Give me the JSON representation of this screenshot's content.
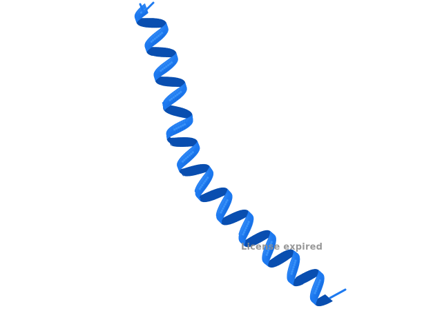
{
  "viewer": {
    "watermark_text": "License expired",
    "background_color": "#ffffff"
  },
  "molecule": {
    "representation": "cartoon",
    "secondary_structure": "alpha-helix",
    "colors": {
      "front": "#1e7af0",
      "back": "#0a4fb0",
      "highlight": "#4da3ff",
      "edge": "#0a3f8f"
    }
  }
}
